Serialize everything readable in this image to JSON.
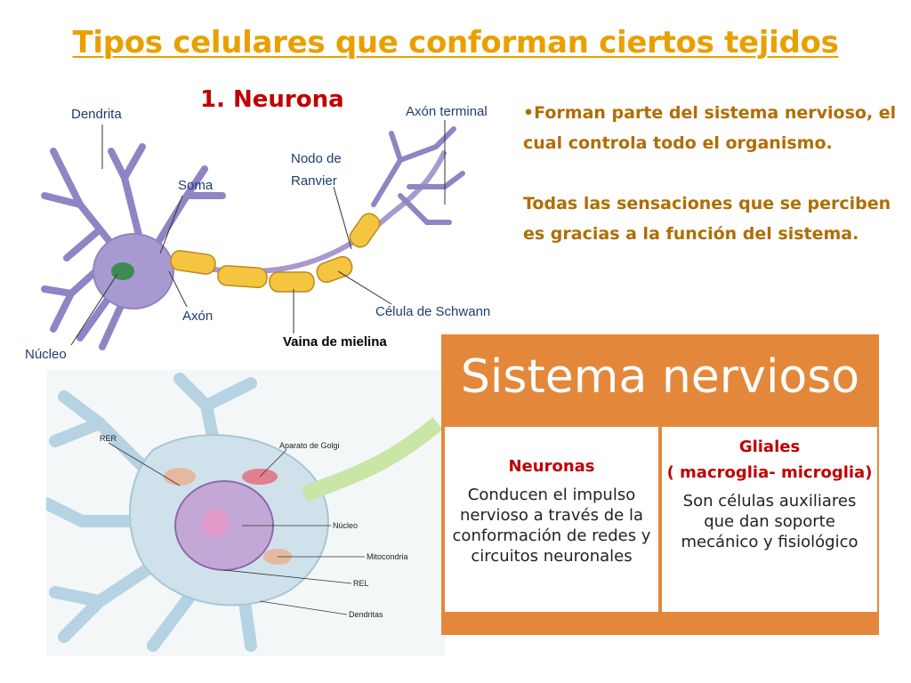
{
  "slide": {
    "title": "Tipos celulares que conforman ciertos tejidos",
    "subtitle": "1. Neurona",
    "bullet1": "•Forman parte del sistema nervioso, el cual controla todo el organismo.",
    "bullet2": "Todas las sensaciones que se perciben es gracias a la función del sistema."
  },
  "neuron_labels": {
    "dendrita": "Dendrita",
    "soma": "Soma",
    "nucleo": "Núcleo",
    "axon": "Axón",
    "nodo1": "Nodo de",
    "nodo2": "Ranvier",
    "axon_terminal": "Axón terminal",
    "schwann": "Célula de Schwann",
    "vaina": "Vaina de mielina"
  },
  "cell_labels": {
    "rer": "RER",
    "golgi": "Aparato de Golgi",
    "nucleo": "Núcleo",
    "mitocondria": "Mitocondria",
    "rel": "REL",
    "dendritas": "Dendritas"
  },
  "sistema_nervioso": {
    "title": "Sistema nervioso",
    "neuronas": {
      "heading": "Neuronas",
      "body": "Conducen el impulso nervioso a través de la conformación de redes y circuitos neuronales"
    },
    "gliales": {
      "heading1": "Gliales",
      "heading2": "( macroglia- microglia)",
      "body": "Son células auxiliares que dan soporte mecánico y fisiológico"
    }
  },
  "colors": {
    "title": "#e8a000",
    "subtitle": "#c00000",
    "bullet": "#b06d00",
    "box_orange": "#e3883a",
    "neuron_purple": "#a89ad0",
    "myelin_yellow": "#f5c542"
  }
}
